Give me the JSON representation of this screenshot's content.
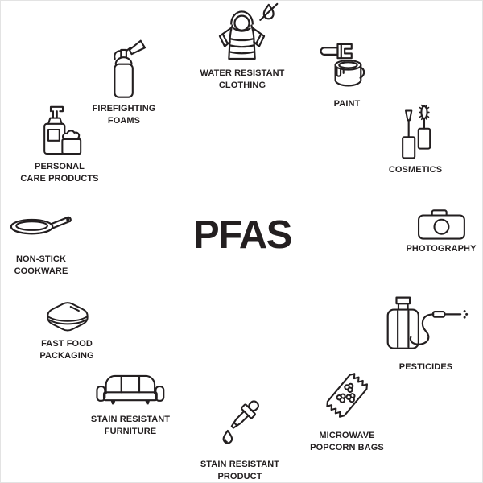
{
  "title": "PFAS",
  "colors": {
    "ink": "#231f20",
    "background": "#ffffff"
  },
  "sources": [
    {
      "label": "WATER RESISTANT\nCLOTHING",
      "icon": "puffer-jacket-no-water-icon"
    },
    {
      "label": "FIREFIGHTING\nFOAMS",
      "icon": "fire-extinguisher-icon"
    },
    {
      "label": "PAINT",
      "icon": "paint-can-brush-icon"
    },
    {
      "label": "COSMETICS",
      "icon": "mascara-lipgloss-icon"
    },
    {
      "label": "PHOTOGRAPHY",
      "icon": "camera-icon"
    },
    {
      "label": "PESTICIDES",
      "icon": "pesticide-sprayer-icon"
    },
    {
      "label": "MICROWAVE\nPOPCORN BAGS",
      "icon": "popcorn-bag-icon"
    },
    {
      "label": "STAIN RESISTANT\nPRODUCT",
      "icon": "dropper-drop-icon"
    },
    {
      "label": "STAIN RESISTANT\nFURNITURE",
      "icon": "sofa-icon"
    },
    {
      "label": "FAST FOOD\nPACKAGING",
      "icon": "takeout-box-icon"
    },
    {
      "label": "NON-STICK\nCOOKWARE",
      "icon": "frying-pan-icon"
    },
    {
      "label": "PERSONAL\nCARE PRODUCTS",
      "icon": "pump-bottle-cream-jar-icon"
    }
  ]
}
